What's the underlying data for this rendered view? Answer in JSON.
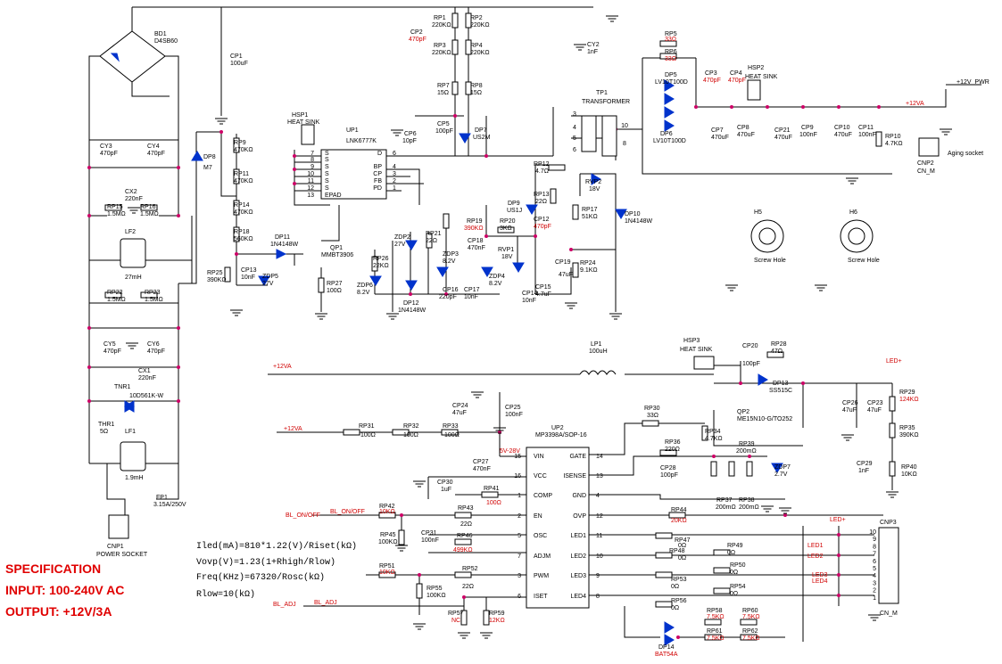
{
  "specification": {
    "heading": "SPECIFICATION",
    "input": "INPUT: 100-240V AC",
    "output": "OUTPUT:  +12V/3A"
  },
  "formulas": [
    "Iled(mA)=810*1.22(V)/Riset(kΩ)",
    "Vovp(V)=1.23(1+Rhigh/Rlow)",
    "Freq(KHz)=67320/Rosc(kΩ)",
    "Rlow=10(kΩ)"
  ],
  "nets": {
    "v12_pwr": "+12V_PWR",
    "v12_va": "+12VA",
    "led_plus": "LED+",
    "bl_onoff": "BL_ON/OFF",
    "bl_adj": "BL_ADJ",
    "led1": "LED1",
    "led2": "LED2",
    "led3": "LED3",
    "led4": "LED4",
    "vin_range": "5V-28V"
  },
  "parts": {
    "bd1": {
      "ref": "BD1",
      "value": "D4SB60"
    },
    "cp1": {
      "ref": "CP1",
      "value": "100uF"
    },
    "cy3": {
      "ref": "CY3",
      "value": "470pF"
    },
    "cy4": {
      "ref": "CY4",
      "value": "470pF"
    },
    "cx2": {
      "ref": "CX2",
      "value": "220nF"
    },
    "rp15": {
      "ref": "RP15",
      "value": "1.5MΩ"
    },
    "rp16": {
      "ref": "RP16",
      "value": "1.5MΩ"
    },
    "lf2": {
      "ref": "LF2",
      "value": "27mH"
    },
    "rp22": {
      "ref": "RP22",
      "value": "1.5MΩ"
    },
    "rp23": {
      "ref": "RP23",
      "value": "1.5MΩ"
    },
    "cy5": {
      "ref": "CY5",
      "value": "470pF"
    },
    "cy6": {
      "ref": "CY6",
      "value": "470pF"
    },
    "cx1": {
      "ref": "CX1",
      "value": "220nF"
    },
    "tnr1": {
      "ref": "TNR1",
      "value": "10D561K-W"
    },
    "thr1": {
      "ref": "THR1",
      "value": "5Ω"
    },
    "lf1": {
      "ref": "LF1",
      "value": "1.9mH"
    },
    "fp1": {
      "ref": "FP1",
      "value": "3.15A/250V"
    },
    "cnp1": {
      "ref": "CNP1",
      "value": "POWER SOCKET"
    },
    "dp8": {
      "ref": "DP8",
      "value": "M7"
    },
    "rp9": {
      "ref": "RP9",
      "value": "470KΩ"
    },
    "rp11": {
      "ref": "RP11",
      "value": "470KΩ"
    },
    "rp14": {
      "ref": "RP14",
      "value": "470KΩ"
    },
    "rp18": {
      "ref": "RP18",
      "value": "560KΩ"
    },
    "rp25": {
      "ref": "RP25",
      "value": "390KΩ"
    },
    "cp13": {
      "ref": "CP13",
      "value": "10nF"
    },
    "zdp5": {
      "ref": "ZDP5",
      "value": "27V"
    },
    "dp11": {
      "ref": "DP11",
      "value": "1N4148W"
    },
    "qp1": {
      "ref": "QP1",
      "value": "MMBT3906"
    },
    "rp27": {
      "ref": "RP27",
      "value": "100Ω"
    },
    "hsp1": {
      "ref": "HSP1",
      "value": "HEAT SINK"
    },
    "up1": {
      "ref": "UP1",
      "value": "LNK6777K"
    },
    "rp1": {
      "ref": "RP1",
      "value": "220KΩ"
    },
    "rp2": {
      "ref": "RP2",
      "value": "220KΩ"
    },
    "rp3": {
      "ref": "RP3",
      "value": "220KΩ"
    },
    "rp4": {
      "ref": "RP4",
      "value": "220KΩ"
    },
    "cp2": {
      "ref": "CP2",
      "value": "470pF"
    },
    "rp7": {
      "ref": "RP7",
      "value": "15Ω"
    },
    "rp8": {
      "ref": "RP8",
      "value": "15Ω"
    },
    "cp5": {
      "ref": "CP5",
      "value": "100pF"
    },
    "cp6": {
      "ref": "CP6",
      "value": "10pF"
    },
    "dp7": {
      "ref": "DP7",
      "value": "US2M"
    },
    "cy2": {
      "ref": "CY2",
      "value": "1nF"
    },
    "tp1": {
      "ref": "TP1",
      "value": "TRANSFORMER"
    },
    "rp5": {
      "ref": "RP5",
      "value": "33Ω"
    },
    "rp6": {
      "ref": "RP6",
      "value": "33Ω"
    },
    "cp3": {
      "ref": "CP3",
      "value": "470pF"
    },
    "cp4": {
      "ref": "CP4",
      "value": "470pF"
    },
    "dp5": {
      "ref": "DP5",
      "value": "LV10T100D"
    },
    "dp6": {
      "ref": "DP6",
      "value": "LV10T100D"
    },
    "hsp2": {
      "ref": "HSP2",
      "value": "HEAT SINK"
    },
    "cp7": {
      "ref": "CP7",
      "value": "470uF"
    },
    "cp8": {
      "ref": "CP8",
      "value": "470uF"
    },
    "cp21": {
      "ref": "CP21",
      "value": "470uF"
    },
    "cp9": {
      "ref": "CP9",
      "value": "100nF"
    },
    "cp10": {
      "ref": "CP10",
      "value": "470uF"
    },
    "cp11": {
      "ref": "CP11",
      "value": "100nF"
    },
    "rp10": {
      "ref": "RP10",
      "value": "4.7KΩ"
    },
    "cnp2": {
      "ref": "CNP2",
      "value": "CN_M"
    },
    "aging": {
      "ref": "",
      "value": "Aging socket"
    },
    "rp12": {
      "ref": "RP12",
      "value": "4.7Ω"
    },
    "rp13": {
      "ref": "RP13",
      "value": "22Ω"
    },
    "cp12": {
      "ref": "CP12",
      "value": "470pF"
    },
    "rvp2": {
      "ref": "RVP2",
      "value": "18V"
    },
    "dp9": {
      "ref": "DP9",
      "value": "US1J"
    },
    "rp17": {
      "ref": "RP17",
      "value": "51KΩ"
    },
    "dp10": {
      "ref": "DP10",
      "value": "1N4148W"
    },
    "rp19": {
      "ref": "RP19",
      "value": "390KΩ"
    },
    "rp20": {
      "ref": "RP20",
      "value": "3KΩ"
    },
    "rp21": {
      "ref": "RP21",
      "value": "22Ω"
    },
    "rp26": {
      "ref": "RP26",
      "value": "22KΩ"
    },
    "zdp2": {
      "ref": "ZDP2",
      "value": "27V"
    },
    "zdp3": {
      "ref": "ZDP3",
      "value": "8.2V"
    },
    "zdp4": {
      "ref": "ZDP4",
      "value": "8.2V"
    },
    "zdp6": {
      "ref": "ZDP6",
      "value": "8.2V"
    },
    "cp18": {
      "ref": "CP18",
      "value": "470nF"
    },
    "rvp1": {
      "ref": "RVP1",
      "value": "18V"
    },
    "cp16": {
      "ref": "CP16",
      "value": "220pF"
    },
    "cp17": {
      "ref": "CP17",
      "value": "10nF"
    },
    "cp14": {
      "ref": "CP14",
      "value": "10nF"
    },
    "cp15": {
      "ref": "CP15",
      "value": "4.7uF"
    },
    "cp19": {
      "ref": "CP19",
      "value": "47uF"
    },
    "rp24": {
      "ref": "RP24",
      "value": "9.1KΩ"
    },
    "dp12": {
      "ref": "DP12",
      "value": "1N4148W"
    },
    "h5": {
      "ref": "H5",
      "value": "Screw Hole"
    },
    "h6": {
      "ref": "H6",
      "value": "Screw Hole"
    },
    "lp1": {
      "ref": "LP1",
      "value": "100uH"
    },
    "hsp3": {
      "ref": "HSP3",
      "value": "HEAT SINK"
    },
    "cp20": {
      "ref": "CP20",
      "value": "100pF"
    },
    "rp28": {
      "ref": "RP28",
      "value": "47Ω"
    },
    "dp13": {
      "ref": "DP13",
      "value": "SS515C"
    },
    "cp26": {
      "ref": "CP26",
      "value": "47uF"
    },
    "cp23": {
      "ref": "CP23",
      "value": "47uF"
    },
    "rp29": {
      "ref": "RP29",
      "value": "124KΩ"
    },
    "rp35": {
      "ref": "RP35",
      "value": "390KΩ"
    },
    "cp29": {
      "ref": "CP29",
      "value": "1nF"
    },
    "rp40": {
      "ref": "RP40",
      "value": "10KΩ"
    },
    "qp2": {
      "ref": "QP2",
      "value": "ME15N10-G/TO252"
    },
    "rp30": {
      "ref": "RP30",
      "value": "33Ω"
    },
    "rp34": {
      "ref": "RP34",
      "value": "4.7KΩ"
    },
    "rp36": {
      "ref": "RP36",
      "value": "220Ω"
    },
    "cp28": {
      "ref": "CP28",
      "value": "100pF"
    },
    "rp39": {
      "ref": "RP39",
      "value": "200mΩ"
    },
    "rp37": {
      "ref": "RP37",
      "value": "200mΩ"
    },
    "rp38": {
      "ref": "RP38",
      "value": "200mΩ"
    },
    "zdp7": {
      "ref": "ZDP7",
      "value": "2.7V"
    },
    "cp24": {
      "ref": "CP24",
      "value": "47uF"
    },
    "cp25": {
      "ref": "CP25",
      "value": "100nF"
    },
    "rp31": {
      "ref": "RP31",
      "value": "100Ω"
    },
    "rp32": {
      "ref": "RP32",
      "value": "100Ω"
    },
    "rp33": {
      "ref": "RP33",
      "value": "100Ω"
    },
    "up2": {
      "ref": "UP2",
      "value": "MP3398A/SOP-16"
    },
    "cp27": {
      "ref": "CP27",
      "value": "470nF"
    },
    "cp30": {
      "ref": "CP30",
      "value": "1uF"
    },
    "rp41": {
      "ref": "RP41",
      "value": "100Ω"
    },
    "rp42": {
      "ref": "RP42",
      "value": "10KΩ"
    },
    "rp43": {
      "ref": "RP43",
      "value": "22Ω"
    },
    "rp45": {
      "ref": "RP45",
      "value": "100KΩ"
    },
    "cp31": {
      "ref": "CP31",
      "value": "100nF"
    },
    "rp46": {
      "ref": "RP46",
      "value": "499KΩ"
    },
    "rp51": {
      "ref": "RP51",
      "value": "10KΩ"
    },
    "rp52": {
      "ref": "RP52",
      "value": "22Ω"
    },
    "rp55": {
      "ref": "RP55",
      "value": "100KΩ"
    },
    "rp57": {
      "ref": "RP57",
      "value": "NC"
    },
    "rp59": {
      "ref": "RP59",
      "value": "12KΩ"
    },
    "rp44": {
      "ref": "RP44",
      "value": "20KΩ"
    },
    "rp47": {
      "ref": "RP47",
      "value": "0Ω"
    },
    "rp48": {
      "ref": "RP48",
      "value": "0Ω"
    },
    "rp49": {
      "ref": "RP49",
      "value": "0Ω"
    },
    "rp50": {
      "ref": "RP50",
      "value": "0Ω"
    },
    "rp53": {
      "ref": "RP53",
      "value": "0Ω"
    },
    "rp54": {
      "ref": "RP54",
      "value": "0Ω"
    },
    "rp56": {
      "ref": "RP56",
      "value": "0Ω"
    },
    "rp58": {
      "ref": "RP58",
      "value": "7.5KΩ"
    },
    "rp60": {
      "ref": "RP60",
      "value": "7.5KΩ"
    },
    "rp61": {
      "ref": "RP61",
      "value": "7.5KΩ"
    },
    "rp62": {
      "ref": "RP62",
      "value": "7.5KΩ"
    },
    "dp14": {
      "ref": "DP14",
      "value": "BAT54A"
    },
    "cnp3": {
      "ref": "CNP3",
      "value": "CN_M"
    }
  },
  "up1_pins_left": [
    "7",
    "8",
    "9",
    "10",
    "11",
    "12",
    "13"
  ],
  "up1_pins_right": [
    "6",
    "4",
    "3",
    "2",
    "1"
  ],
  "up1_labels_left": [
    "S",
    "S",
    "S",
    "S",
    "S",
    "S",
    "EPAD"
  ],
  "up1_labels_right": [
    "D",
    "BP",
    "CP",
    "FB",
    "PD"
  ],
  "up2_left_pins": [
    {
      "num": "15",
      "name": "VIN"
    },
    {
      "num": "16",
      "name": "VCC"
    },
    {
      "num": "1",
      "name": "COMP"
    },
    {
      "num": "2",
      "name": "EN"
    },
    {
      "num": "5",
      "name": "OSC"
    },
    {
      "num": "7",
      "name": "ADJM"
    },
    {
      "num": "3",
      "name": "PWM"
    },
    {
      "num": "6",
      "name": "ISET"
    }
  ],
  "up2_right_pins": [
    {
      "num": "14",
      "name": "GATE"
    },
    {
      "num": "13",
      "name": "ISENSE"
    },
    {
      "num": "4",
      "name": "GND"
    },
    {
      "num": "12",
      "name": "OVP"
    },
    {
      "num": "11",
      "name": "LED1"
    },
    {
      "num": "10",
      "name": "LED2"
    },
    {
      "num": "9",
      "name": "LED3"
    },
    {
      "num": "8",
      "name": "LED4"
    }
  ],
  "cnp3_pins": [
    "10",
    "9",
    "8",
    "7",
    "6",
    "5",
    "4",
    "3",
    "2",
    "1"
  ],
  "tp1_pins": [
    "3",
    "4",
    "5",
    "6",
    "10",
    "8"
  ],
  "colors": {
    "wire": "#000000",
    "junction": "#cc0066",
    "accent": "#d00000",
    "diode": "#0033cc"
  }
}
